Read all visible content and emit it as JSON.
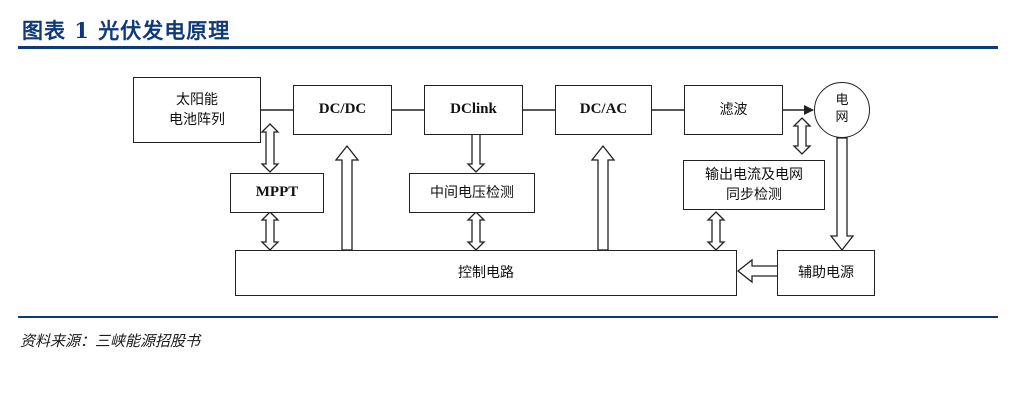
{
  "header": {
    "title": "图表 1   光伏发电原理"
  },
  "footer": {
    "source": "资料来源：三峡能源招股书"
  },
  "diagram": {
    "pv_line1": "太阳能",
    "pv_line2": "电池阵列",
    "dcdc": "DC/DC",
    "dclink": "DClink",
    "dcac": "DC/AC",
    "filter": "滤波",
    "grid_line1": "电",
    "grid_line2": "网",
    "mppt": "MPPT",
    "mid_detect": "中间电压检测",
    "sync_line1": "输出电流及电网",
    "sync_line2": "同步检测",
    "control": "控制电路",
    "aux_power": "辅助电源"
  },
  "colors": {
    "title_blue": "#0f3a78",
    "line": "#222222"
  }
}
